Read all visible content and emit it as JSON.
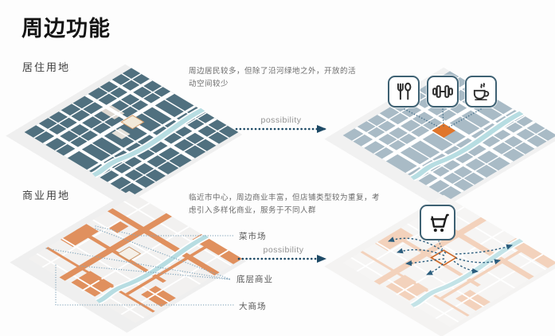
{
  "slide": {
    "title": "周边功能",
    "sections": [
      {
        "label": "居住用地",
        "description": "周边居民较多，但除了沿河绿地之外，开放的活动空间较少",
        "arrow_label": "possibility",
        "icons": [
          {
            "name": "restaurant-icon",
            "meaning": "餐饮"
          },
          {
            "name": "fitness-icon",
            "meaning": "健身"
          },
          {
            "name": "cafe-icon",
            "meaning": "咖啡"
          }
        ]
      },
      {
        "label": "商业用地",
        "description": "临近市中心，周边商业丰富，但店铺类型较为重复，考虑引入多样化商业，服务于不同人群",
        "arrow_label": "possibility",
        "map_labels": {
          "market": "菜市场",
          "ground_floor": "底层商业",
          "mall": "大商场"
        },
        "icons": [
          {
            "name": "shopping-cart-icon",
            "meaning": "商业引入"
          }
        ]
      }
    ],
    "colors": {
      "residential_block": "#50707f",
      "residential_light_block": "#a9bbc6",
      "commercial_road": "#e0905e",
      "commercial_pale_road": "#f3d2bc",
      "river": "#b7dde2",
      "arrow": "#1d4a66",
      "highlight_orange": "#e0762c",
      "base_gray": "#efefef"
    }
  }
}
